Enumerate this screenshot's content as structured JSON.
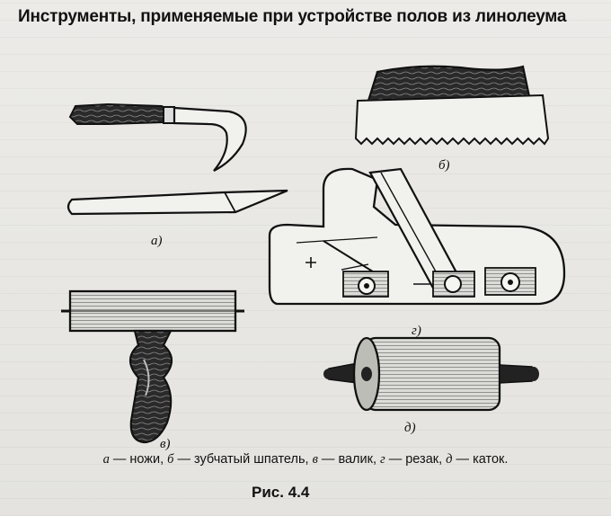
{
  "title": "Инструменты, применяемые при устройстве полов из линолеума",
  "labels": {
    "a": "а)",
    "b": "б)",
    "v": "в)",
    "g": "г)",
    "d": "д)"
  },
  "caption": {
    "a_letter": "а",
    "a_text": " — ножи, ",
    "b_letter": "б",
    "b_text": " — зубчатый шпатель, ",
    "v_letter": "в",
    "v_text": " — валик, ",
    "g_letter": "г",
    "g_text": " — резак, ",
    "d_letter": "д",
    "d_text": " — каток."
  },
  "figure_number": "Рис. 4.4"
}
